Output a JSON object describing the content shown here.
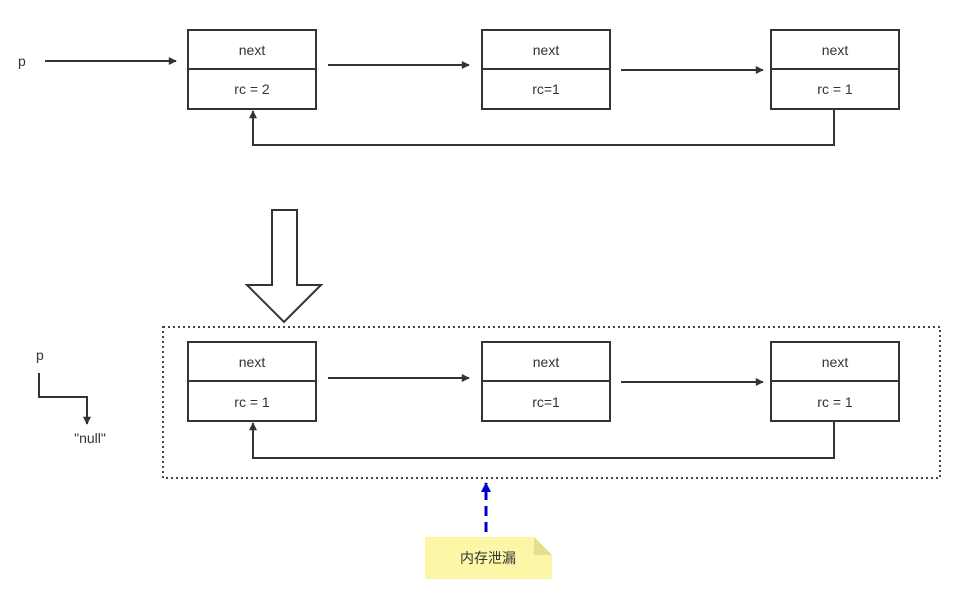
{
  "top": {
    "pointer_label": "p",
    "nodes": [
      {
        "field": "next",
        "rc": "rc = 2"
      },
      {
        "field": "next",
        "rc": "rc=1"
      },
      {
        "field": "next",
        "rc": "rc = 1"
      }
    ]
  },
  "bottom": {
    "pointer_label": "p",
    "null_label": "\"null\"",
    "nodes": [
      {
        "field": "next",
        "rc": "rc = 1"
      },
      {
        "field": "next",
        "rc": "rc=1"
      },
      {
        "field": "next",
        "rc": "rc = 1"
      }
    ]
  },
  "note": {
    "text": "内存泄漏"
  },
  "colors": {
    "stroke": "#333333",
    "note_fill": "#FBF7A6",
    "note_fold": "#E6DD8E",
    "leak_arrow": "#0000CC"
  }
}
